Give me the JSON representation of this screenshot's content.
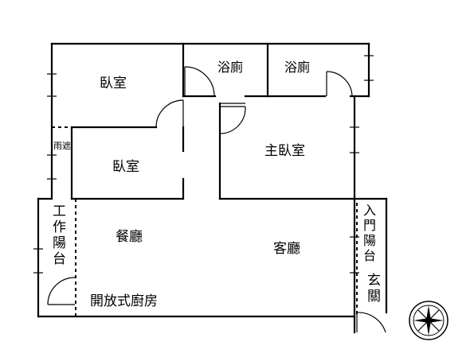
{
  "rooms": {
    "bedroom_top": "臥室",
    "bedroom_mid": "臥室",
    "bath_1": "浴廁",
    "bath_2": "浴廁",
    "master_bedroom": "主臥室",
    "dining": "餐廳",
    "living": "客廳",
    "kitchen": "開放式廚房",
    "rain_shelter": "雨遮",
    "utility_balcony": "工作陽台",
    "entry_balcony": "入門陽台",
    "foyer": "玄關"
  },
  "compass": {
    "icon": "compass-rose-icon"
  }
}
